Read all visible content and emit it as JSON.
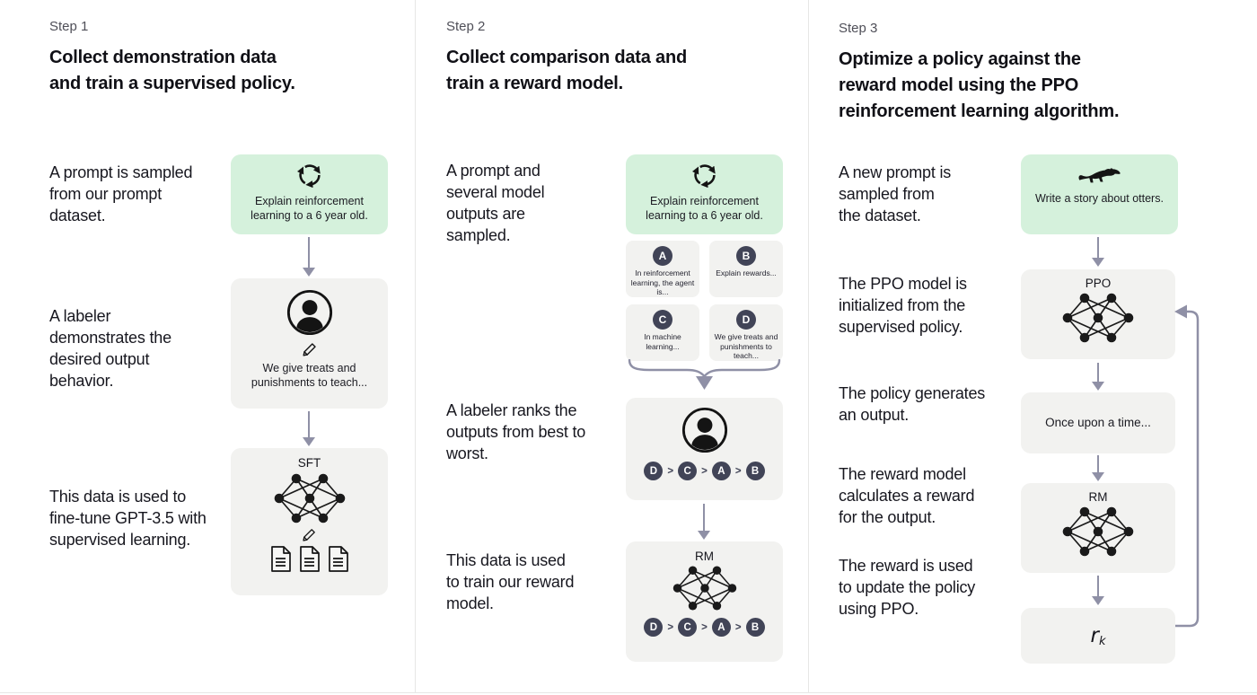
{
  "colors": {
    "prompt_green": "#d5f1dc",
    "card_grey": "#f2f2f0",
    "badge_dark": "#414457",
    "arrow_grey": "#8f90a6",
    "divider_grey": "#e7e7e5",
    "ink": "#16161d"
  },
  "steps": [
    {
      "label": "Step 1",
      "title_lines": [
        "Collect demonstration data",
        "and train a supervised policy."
      ],
      "captions": [
        "A prompt is sampled from our prompt dataset.",
        "A labeler demonstrates the desired output behavior.",
        "This data is used to fine-tune GPT-3.5 with supervised learning."
      ],
      "prompt_box": {
        "icon": "cycle-icon",
        "text": "Explain reinforcement learning to a 6 year old."
      },
      "labeler_box": {
        "icon": "user-icon",
        "secondary_icon": "pencil-icon",
        "text": "We give treats and punishments to teach..."
      },
      "model_box": {
        "label": "SFT",
        "icons": [
          "network-icon",
          "pencil-icon",
          "documents-icon"
        ]
      }
    },
    {
      "label": "Step 2",
      "title_lines": [
        "Collect comparison data and",
        "train a reward model."
      ],
      "captions": [
        "A prompt and several model outputs are sampled.",
        "A labeler ranks the outputs from best to worst.",
        "This data is used to train our reward model."
      ],
      "prompt_box": {
        "icon": "cycle-icon",
        "text": "Explain reinforcement learning to a 6 year old."
      },
      "outputs": [
        {
          "key": "A",
          "text": "In reinforcement learning, the agent is..."
        },
        {
          "key": "B",
          "text": "Explain rewards..."
        },
        {
          "key": "C",
          "text": "In machine learning..."
        },
        {
          "key": "D",
          "text": "We give treats and punishments to teach..."
        }
      ],
      "ranking_box": {
        "icon": "user-icon",
        "order": [
          "D",
          "C",
          "A",
          "B"
        ],
        "separator": ">"
      },
      "model_box": {
        "label": "RM",
        "icon": "network-icon",
        "order": [
          "D",
          "C",
          "A",
          "B"
        ],
        "separator": ">"
      }
    },
    {
      "label": "Step 3",
      "title_lines": [
        "Optimize a policy against the",
        "reward model using the PPO",
        "reinforcement learning algorithm."
      ],
      "captions": [
        "A new prompt is sampled from the dataset.",
        "The PPO model is initialized from the supervised policy.",
        "The policy generates an output.",
        "The reward model calculates a reward for the output.",
        "The reward is used to update the policy using PPO."
      ],
      "prompt_box": {
        "icon": "otter-icon",
        "text": "Write a story about otters."
      },
      "ppo_box": {
        "label": "PPO",
        "icon": "network-icon"
      },
      "output_box": {
        "text": "Once upon a time..."
      },
      "rm_box": {
        "label": "RM",
        "icon": "network-icon"
      },
      "reward_box": {
        "variable": "r",
        "subscript": "k"
      }
    }
  ]
}
